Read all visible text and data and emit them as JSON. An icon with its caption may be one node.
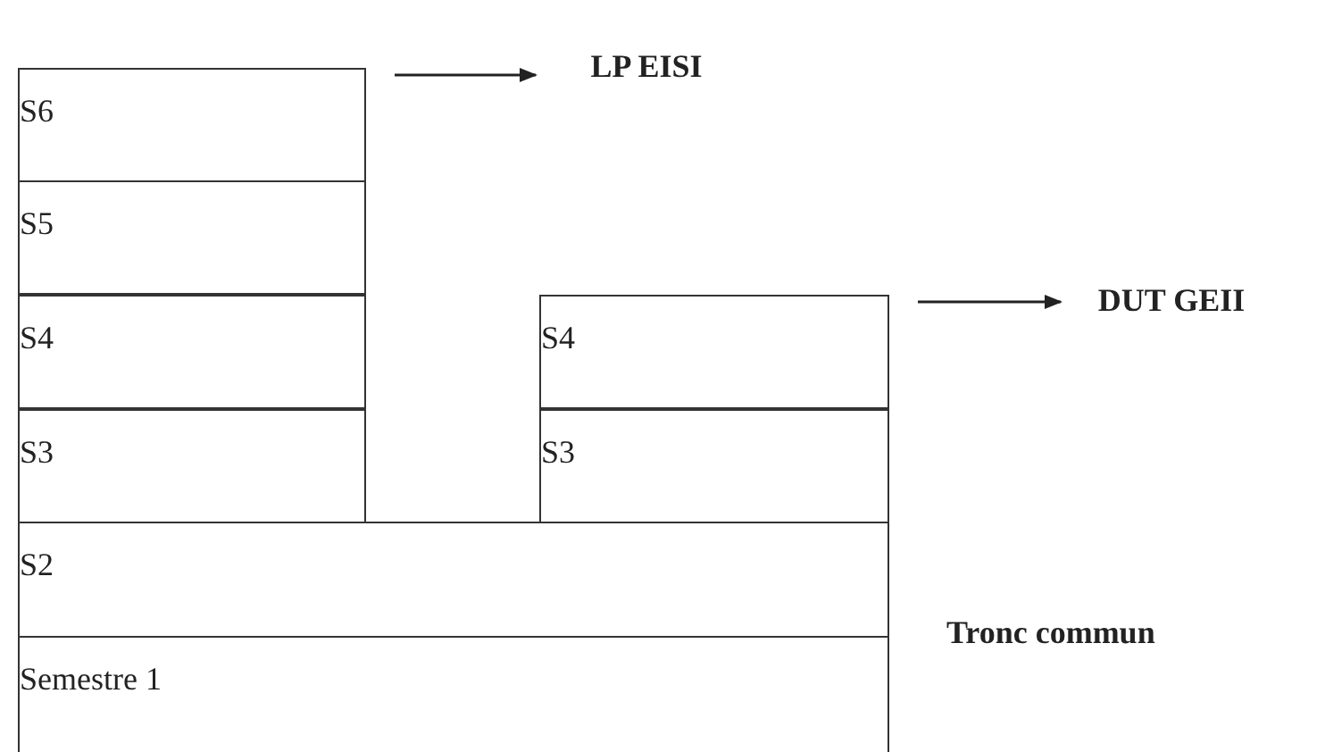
{
  "diagram": {
    "nodes": [
      {
        "text": [
          "S6"
        ]
      },
      {
        "text": [
          "S5"
        ]
      },
      {
        "text": [
          "S4"
        ]
      },
      {
        "text": [
          "S3"
        ]
      },
      {
        "text": [
          "S4"
        ]
      },
      {
        "text": [
          "S3"
        ]
      },
      {
        "text": [
          "S2"
        ]
      },
      {
        "text": [
          "Semestre 1"
        ]
      },
      {
        "text": [
          "LP EISI"
        ]
      },
      {
        "text": [
          "DUT GEII"
        ]
      }
    ],
    "edges": [
      {
        "from": 0,
        "to": 8,
        "arrow": "to"
      },
      {
        "from": 4,
        "to": 9,
        "arrow": "to"
      }
    ],
    "labels": [
      "Tronc commun"
    ]
  }
}
